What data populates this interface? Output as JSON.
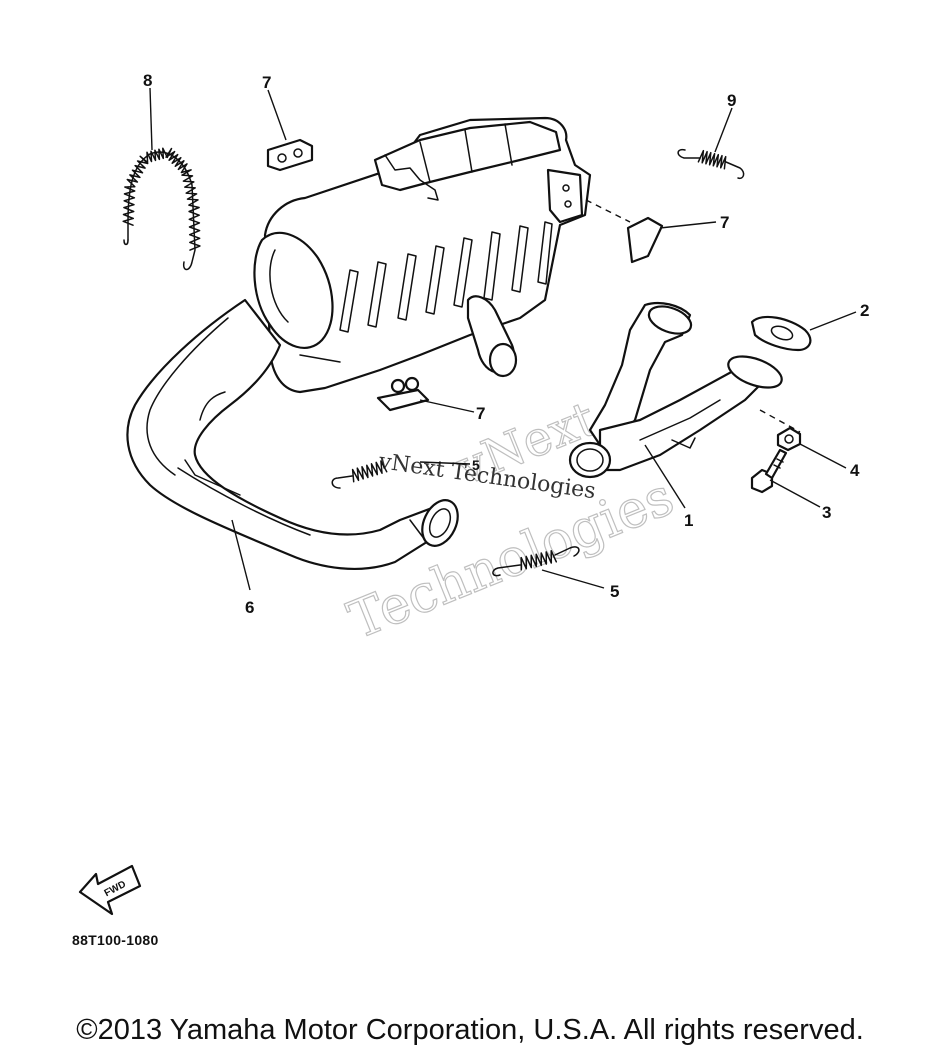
{
  "diagram": {
    "callouts": [
      {
        "id": "callout-1",
        "label": "1"
      },
      {
        "id": "callout-2",
        "label": "2"
      },
      {
        "id": "callout-3",
        "label": "3"
      },
      {
        "id": "callout-4",
        "label": "4"
      },
      {
        "id": "callout-5a",
        "label": "5"
      },
      {
        "id": "callout-5b",
        "label": "5"
      },
      {
        "id": "callout-6",
        "label": "6"
      },
      {
        "id": "callout-7a",
        "label": "7"
      },
      {
        "id": "callout-7b",
        "label": "7"
      },
      {
        "id": "callout-7c",
        "label": "7"
      },
      {
        "id": "callout-8",
        "label": "8"
      },
      {
        "id": "callout-9",
        "label": "9"
      }
    ],
    "fwd_label": "FWD",
    "watermark_line1": "vNext Technologies",
    "watermark_line2": "vNext",
    "watermark_line3": "Technologies"
  },
  "diagram_code": "88T100-1080",
  "copyright": "©2013 Yamaha Motor Corporation, U.S.A. All rights reserved."
}
